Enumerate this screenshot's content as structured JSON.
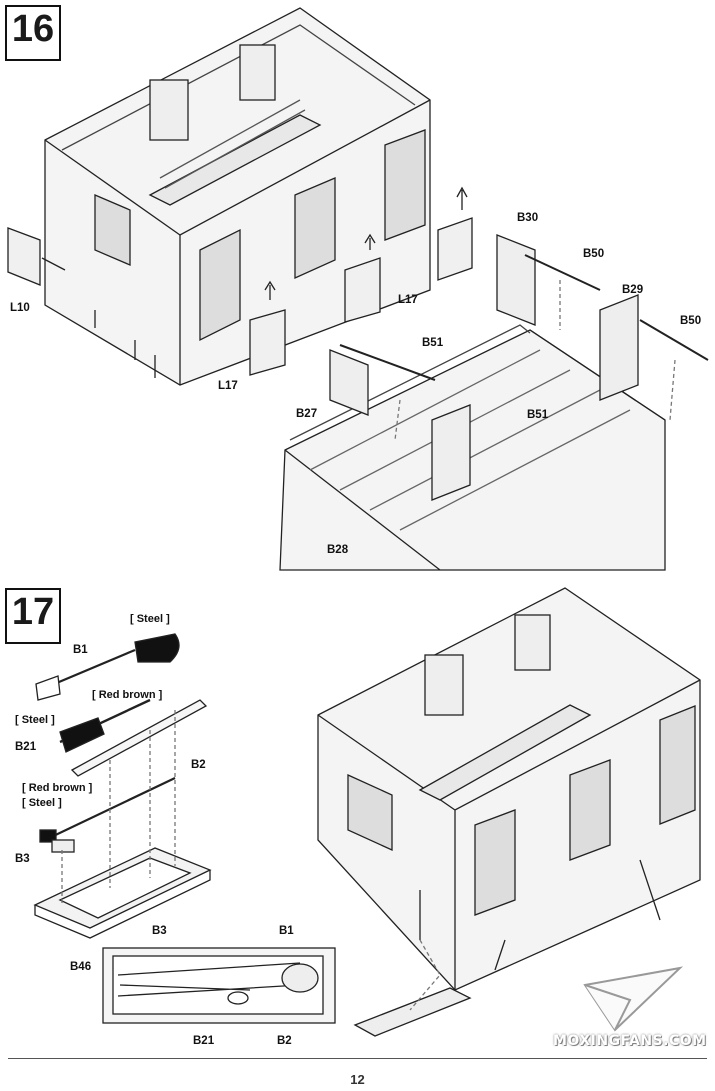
{
  "steps": {
    "step16": "16",
    "step17": "17"
  },
  "labels16": {
    "L10": "L10",
    "L17_right": "L17",
    "L17_left": "L17",
    "B30": "B30",
    "B50_top": "B50",
    "B29": "B29",
    "B50_right": "B50",
    "B51_top": "B51",
    "B27": "B27",
    "B51_mid": "B51",
    "B28": "B28"
  },
  "labels17": {
    "B1": "B1",
    "B21": "B21",
    "B2": "B2",
    "B3": "B3",
    "B46": "B46",
    "inset_B3": "B3",
    "inset_B1": "B1",
    "inset_B21": "B21",
    "inset_B2": "B2"
  },
  "notes17": {
    "steel_top": "[ Steel ]",
    "red_brown_1": "[ Red brown ]",
    "steel_mid": "[ Steel ]",
    "red_brown_2": "[ Red brown ]",
    "steel_bottom": "[ Steel ]"
  },
  "footer": {
    "page_number": "12",
    "watermark": "MOXINGFANS.COM"
  }
}
